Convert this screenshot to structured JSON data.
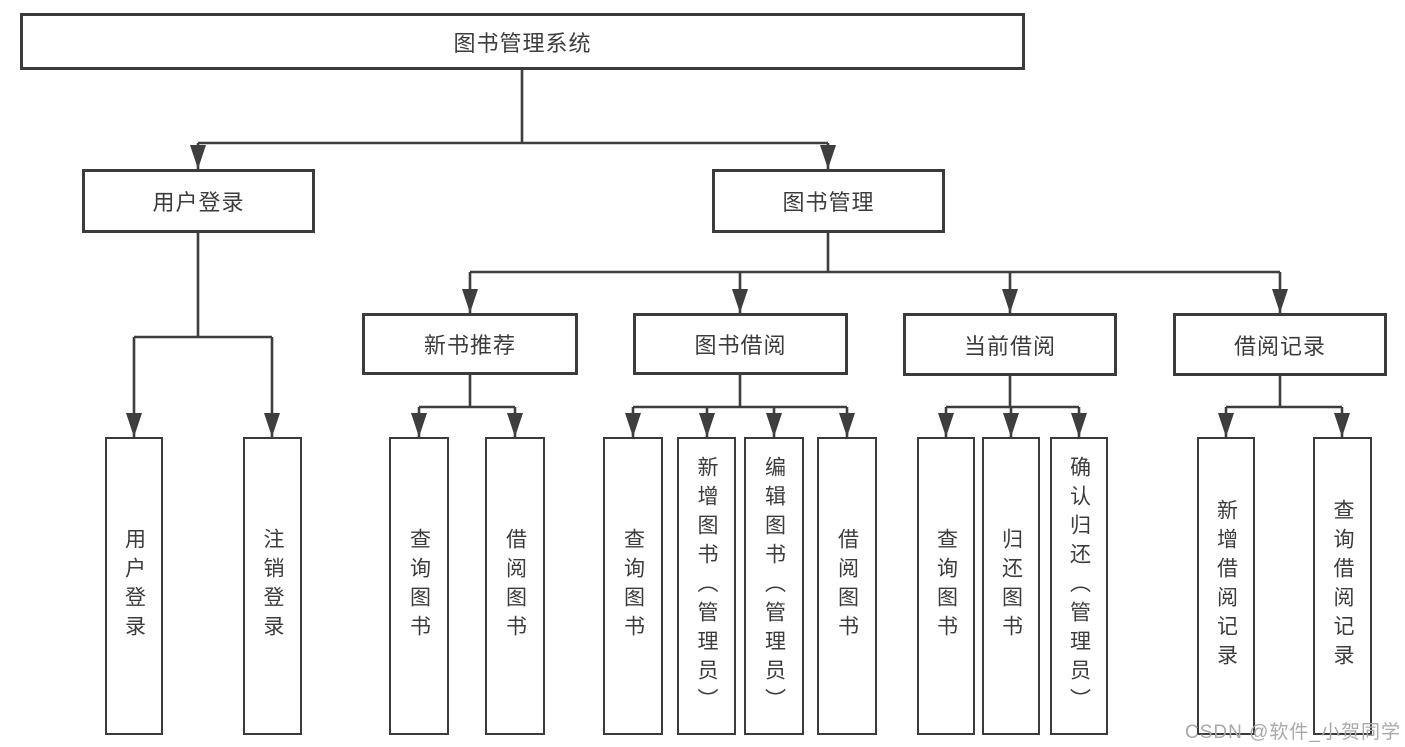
{
  "diagram_title": "图书管理系统",
  "tree": {
    "root": {
      "label": "图书管理系统"
    },
    "children": [
      {
        "label": "用户登录",
        "children": [
          {
            "label": "用户登录"
          },
          {
            "label": "注销登录"
          }
        ]
      },
      {
        "label": "图书管理",
        "children": [
          {
            "label": "新书推荐",
            "children": [
              {
                "label": "查询图书"
              },
              {
                "label": "借阅图书"
              }
            ]
          },
          {
            "label": "图书借阅",
            "children": [
              {
                "label": "查询图书"
              },
              {
                "label": "新增图书（管理员）"
              },
              {
                "label": "编辑图书（管理员）"
              },
              {
                "label": "借阅图书"
              }
            ]
          },
          {
            "label": "当前借阅",
            "children": [
              {
                "label": "查询图书"
              },
              {
                "label": "归还图书"
              },
              {
                "label": "确认归还（管理员）"
              }
            ]
          },
          {
            "label": "借阅记录",
            "children": [
              {
                "label": "新增借阅记录"
              },
              {
                "label": "查询借阅记录"
              }
            ]
          }
        ]
      }
    ]
  },
  "watermark": {
    "text": "CSDN @软件_小贺同学"
  },
  "colors": {
    "line": "#3e3e3e",
    "box_border": "#3b3b3b",
    "text": "#3c3c3c",
    "background": "#ffffff",
    "watermark": "#a9a9a9"
  }
}
